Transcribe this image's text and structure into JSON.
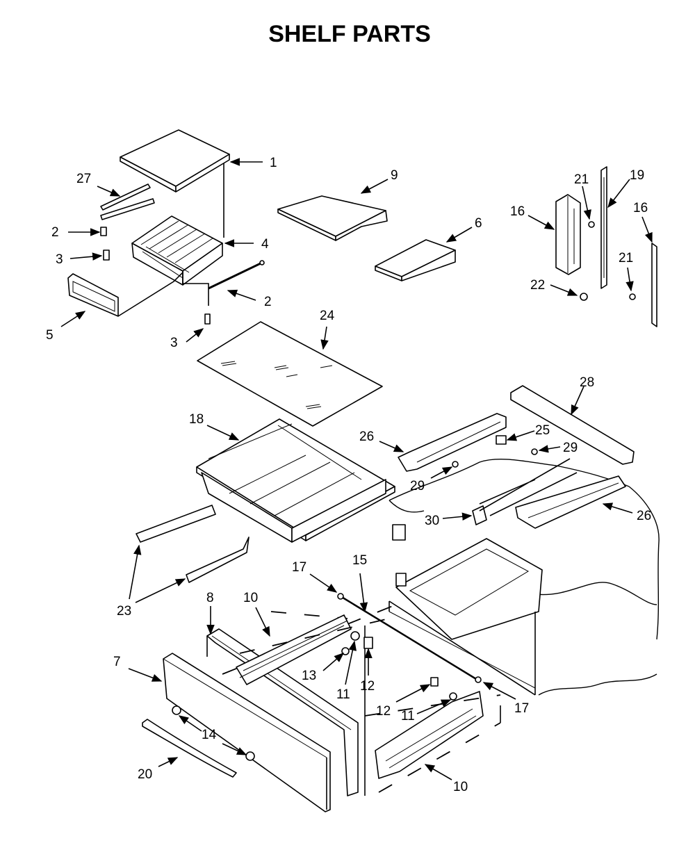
{
  "title": "SHELF  PARTS",
  "callouts": {
    "c1": "1",
    "c27": "27",
    "c2a": "2",
    "c3a": "3",
    "c4": "4",
    "c5": "5",
    "c2b": "2",
    "c3b": "3",
    "c9": "9",
    "c6": "6",
    "c24": "24",
    "c21a": "21",
    "c19": "19",
    "c16a": "16",
    "c16b": "16",
    "c21b": "21",
    "c22": "22",
    "c28": "28",
    "c18": "18",
    "c26a": "26",
    "c25": "25",
    "c29a": "29",
    "c29b": "29",
    "c30": "30",
    "c26b": "26",
    "c23": "23",
    "c17a": "17",
    "c15": "15",
    "c8": "8",
    "c10a": "10",
    "c7": "7",
    "c13": "13",
    "c11a": "11",
    "c12a": "12",
    "c12b": "12",
    "c11b": "11",
    "c17b": "17",
    "c14": "14",
    "c20": "20",
    "c10b": "10"
  }
}
